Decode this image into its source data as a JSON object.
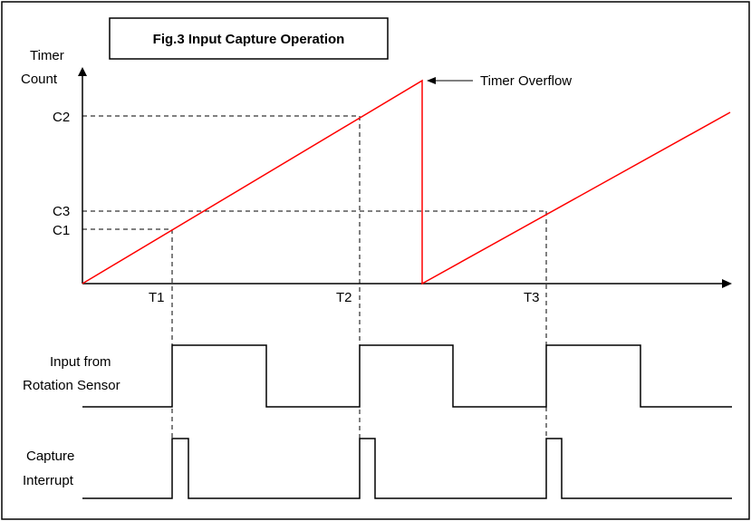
{
  "title": "Fig.3 Input Capture Operation",
  "y_axis_label_line1": "Timer",
  "y_axis_label_line2": "Count",
  "overflow_label": "Timer Overflow",
  "y_levels": [
    "C2",
    "C3",
    "C1"
  ],
  "capture_times": [
    "T1",
    "T2",
    "T3"
  ],
  "sensor_label_line1": "Input from",
  "sensor_label_line2": "Rotation Sensor",
  "interrupt_label_line1": "Capture",
  "interrupt_label_line2": "Interrupt",
  "colors": {
    "counter_ramp": "#ff0000",
    "lines": "#000000",
    "background": "#ffffff"
  }
}
